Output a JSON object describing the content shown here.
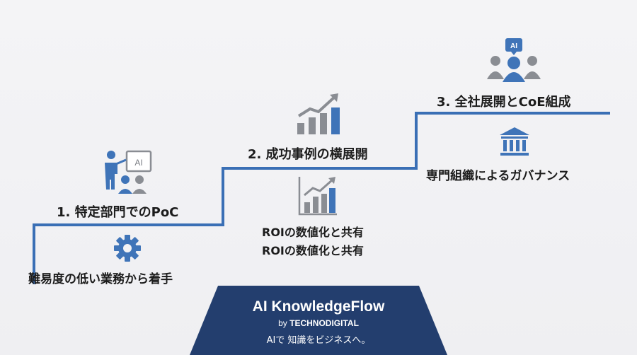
{
  "steps": [
    {
      "title": "1. 特定部門でのPoC",
      "description": "難易度の低い業務から着手",
      "icon_top": "presenter-ai-board-icon",
      "icon_bottom": "gear-icon"
    },
    {
      "title": "2. 成功事例の横展開",
      "description_lines": [
        "ROIの数値化と共有",
        "ROIの数値化と共有"
      ],
      "icon_top": "growth-chart-icon",
      "icon_bottom": "growth-chart-icon"
    },
    {
      "title": "3. 全社展開とCoE組成",
      "description": "専門組織によるガバナンス",
      "icon_top": "ai-team-icon",
      "icon_bottom": "institution-icon"
    }
  ],
  "icon_labels": {
    "board": "AI",
    "team_badge": "AI"
  },
  "brand": {
    "name": "AI KnowledgeFlow",
    "by": "by",
    "company": "TECHNODIGITAL",
    "tagline": "AIで 知識をビジネスへ。"
  },
  "colors": {
    "line": "#3a6fb5",
    "icon_blue": "#3f74b8",
    "icon_gray": "#8a8d93",
    "brand_bg": "#233e6e"
  }
}
